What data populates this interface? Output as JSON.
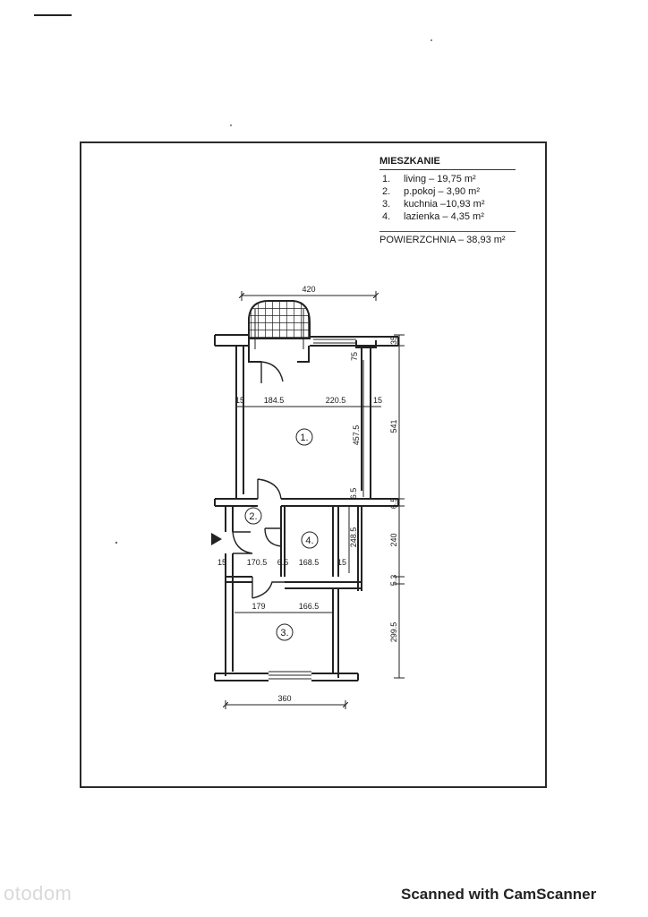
{
  "legend": {
    "title": "MIESZKANIE",
    "rooms": [
      {
        "num": "1.",
        "text": "living – 19,75 m²"
      },
      {
        "num": "2.",
        "text": "p.pokoj – 3,90 m²"
      },
      {
        "num": "3.",
        "text": "kuchnia –10,93 m²"
      },
      {
        "num": "4.",
        "text": "lazienka – 4,35 m²"
      }
    ],
    "total": "POWIERZCHNIA – 38,93 m²"
  },
  "dimensions": {
    "top_width": "420",
    "bottom_width": "360",
    "living_wall_left": "15",
    "living_left": "184.5",
    "living_right": "220.5",
    "living_wall_right": "15",
    "living_depth": "457.5",
    "balcony_depth": "75",
    "right_top": "35",
    "right_living": "541",
    "right_wall_1": "6.5",
    "right_mid": "240",
    "right_wall_2": "5.3",
    "right_kitchen": "299.5",
    "bath_height": "248.5",
    "mid_wall_left": "15",
    "hall_width": "170.5",
    "mid_wall_inner": "6.5",
    "bath_width": "168.5",
    "mid_wall_right": "15",
    "kitchen_left": "179",
    "kitchen_right": "166.5"
  },
  "rooms": {
    "r1": "1.",
    "r2": "2.",
    "r3": "3.",
    "r4": "4."
  },
  "footer": {
    "watermark": "otodom",
    "scanner": "Scanned with CamScanner"
  }
}
